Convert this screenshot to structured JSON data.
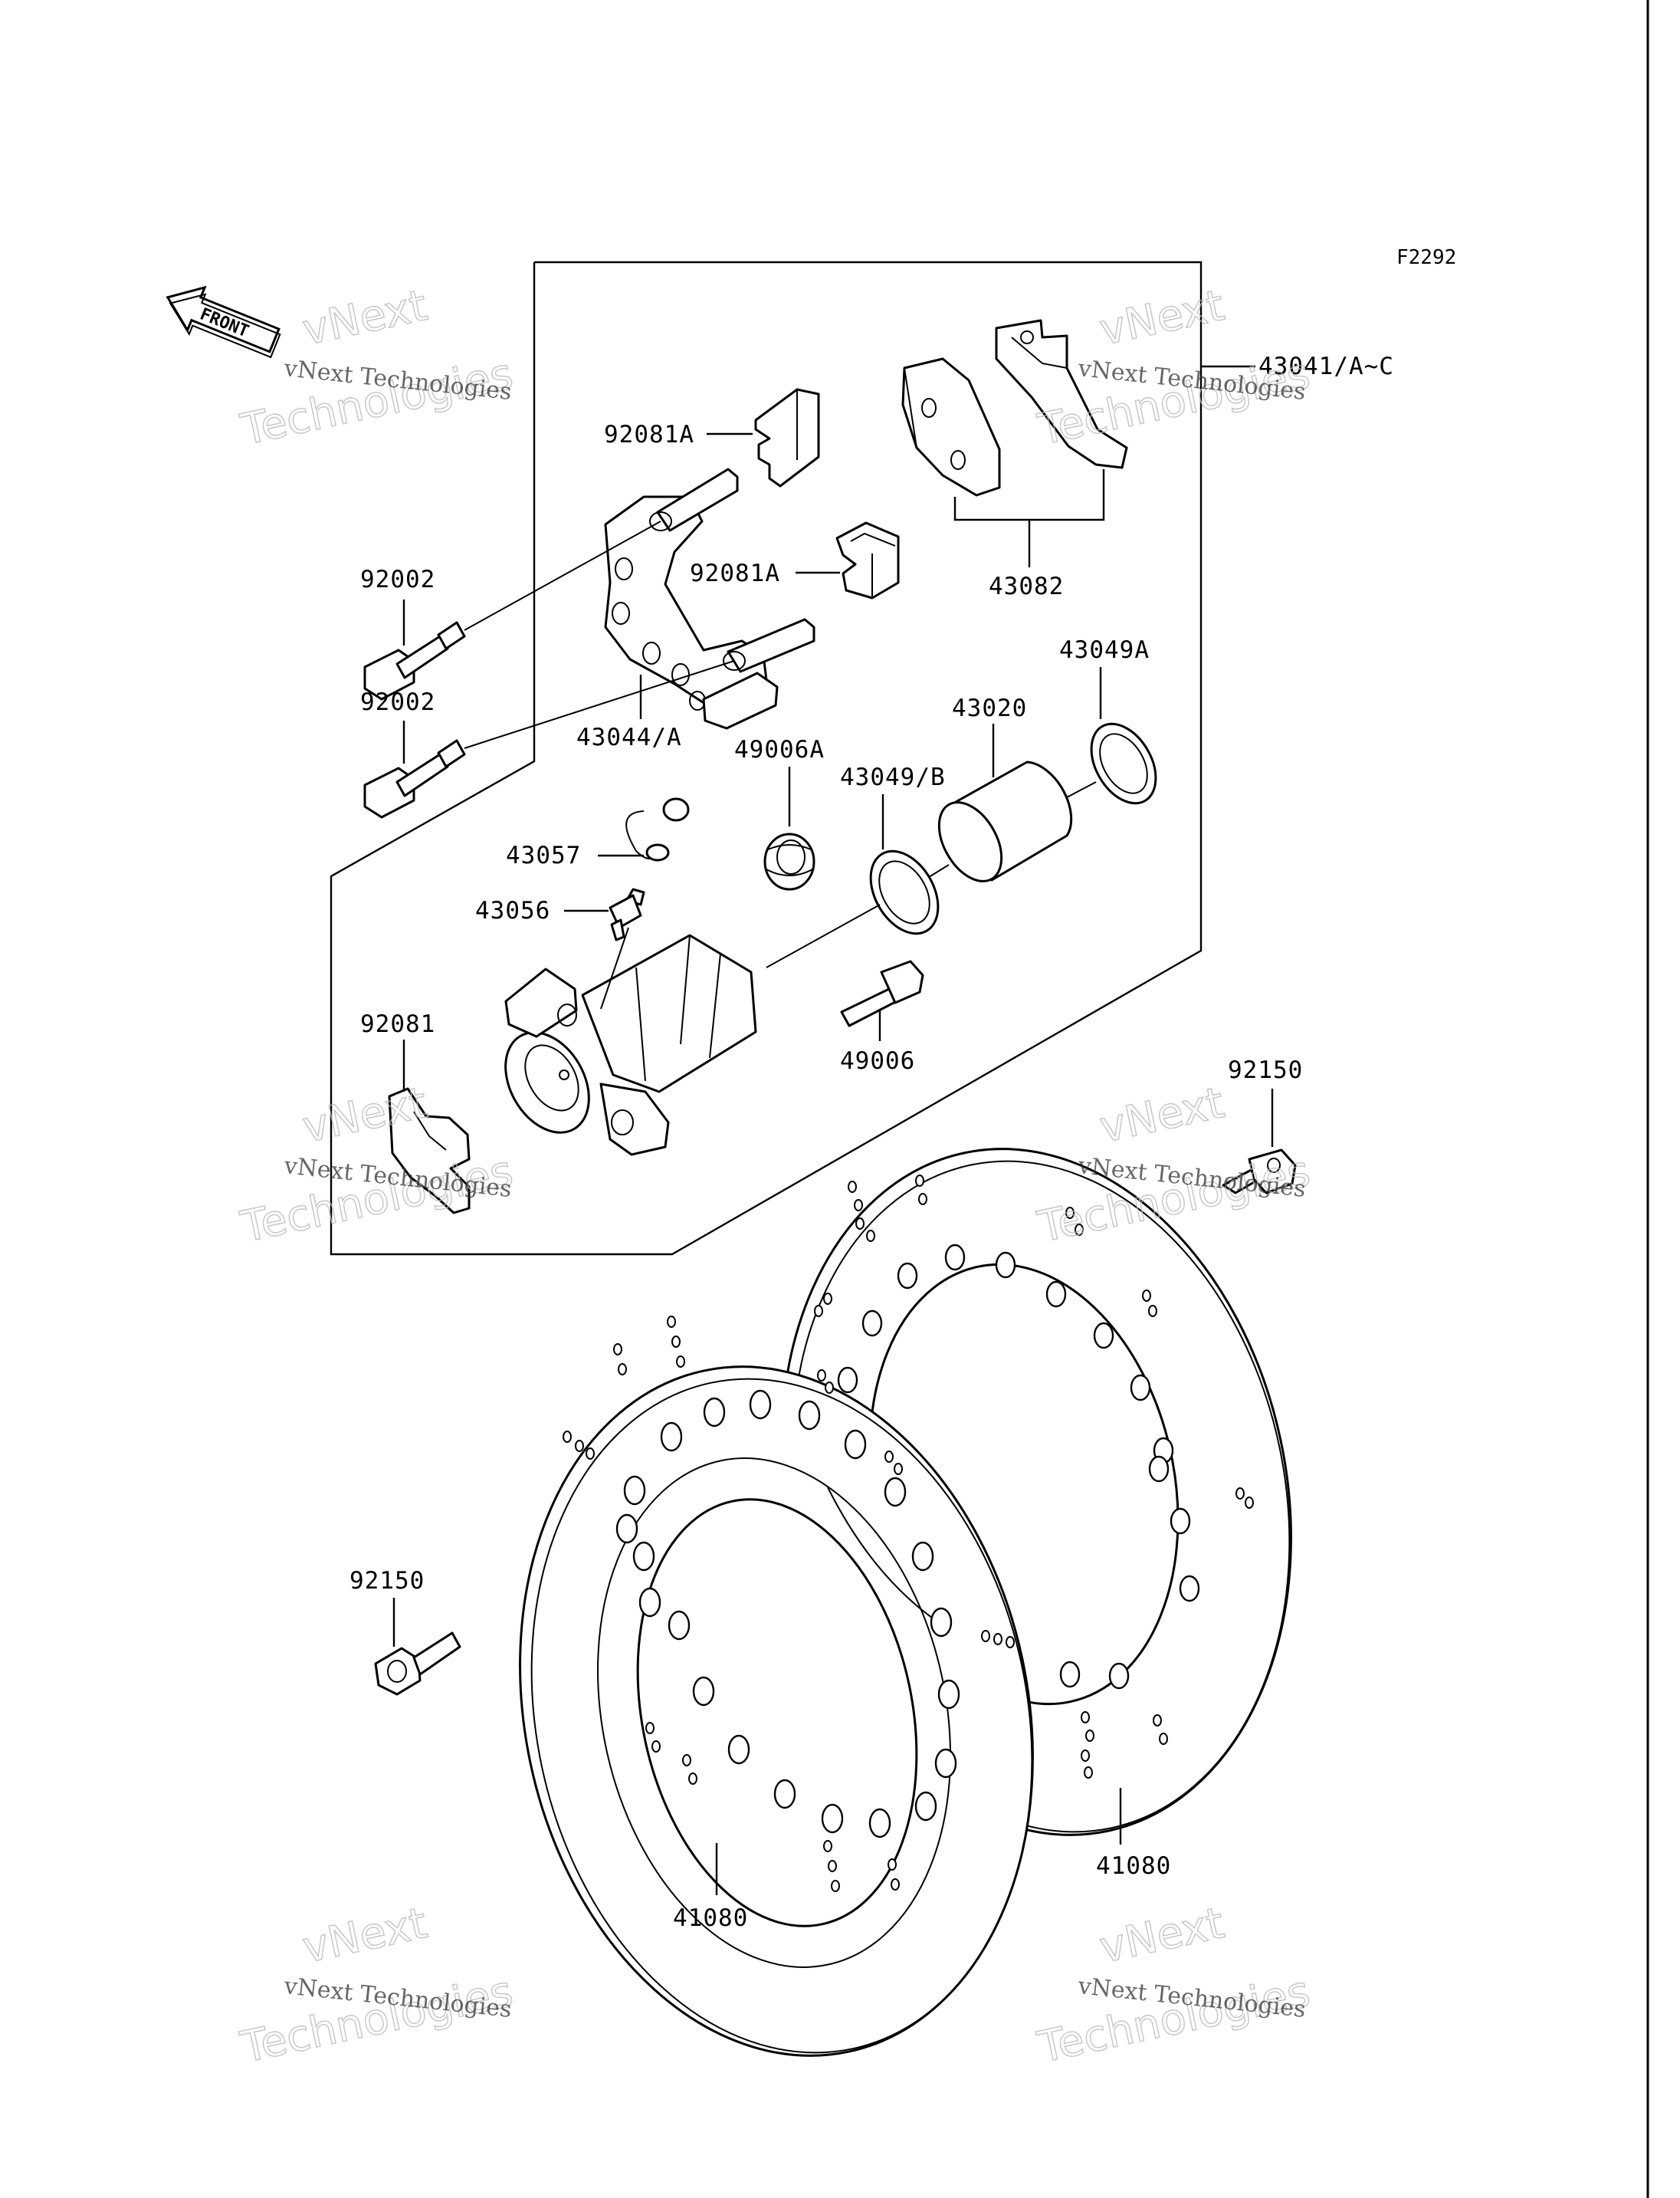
{
  "figure_code": "F2292",
  "front_label": "FRONT",
  "labels": {
    "p43041": "43041/A~C",
    "p92081A_top": "92081A",
    "p92081A_mid": "92081A",
    "p43082": "43082",
    "p92002_top": "92002",
    "p92002_bot": "92002",
    "p43044": "43044/A",
    "p43049A": "43049A",
    "p43020": "43020",
    "p49006A": "49006A",
    "p43049B": "43049/B",
    "p43057": "43057",
    "p43056": "43056",
    "p92081": "92081",
    "p49006": "49006",
    "p92150_right": "92150",
    "p92150_left": "92150",
    "p41080_right": "41080",
    "p41080_left": "41080"
  },
  "watermark": {
    "line1": "vNext Technologies",
    "line2": "vNext",
    "line3": "Technologies"
  }
}
